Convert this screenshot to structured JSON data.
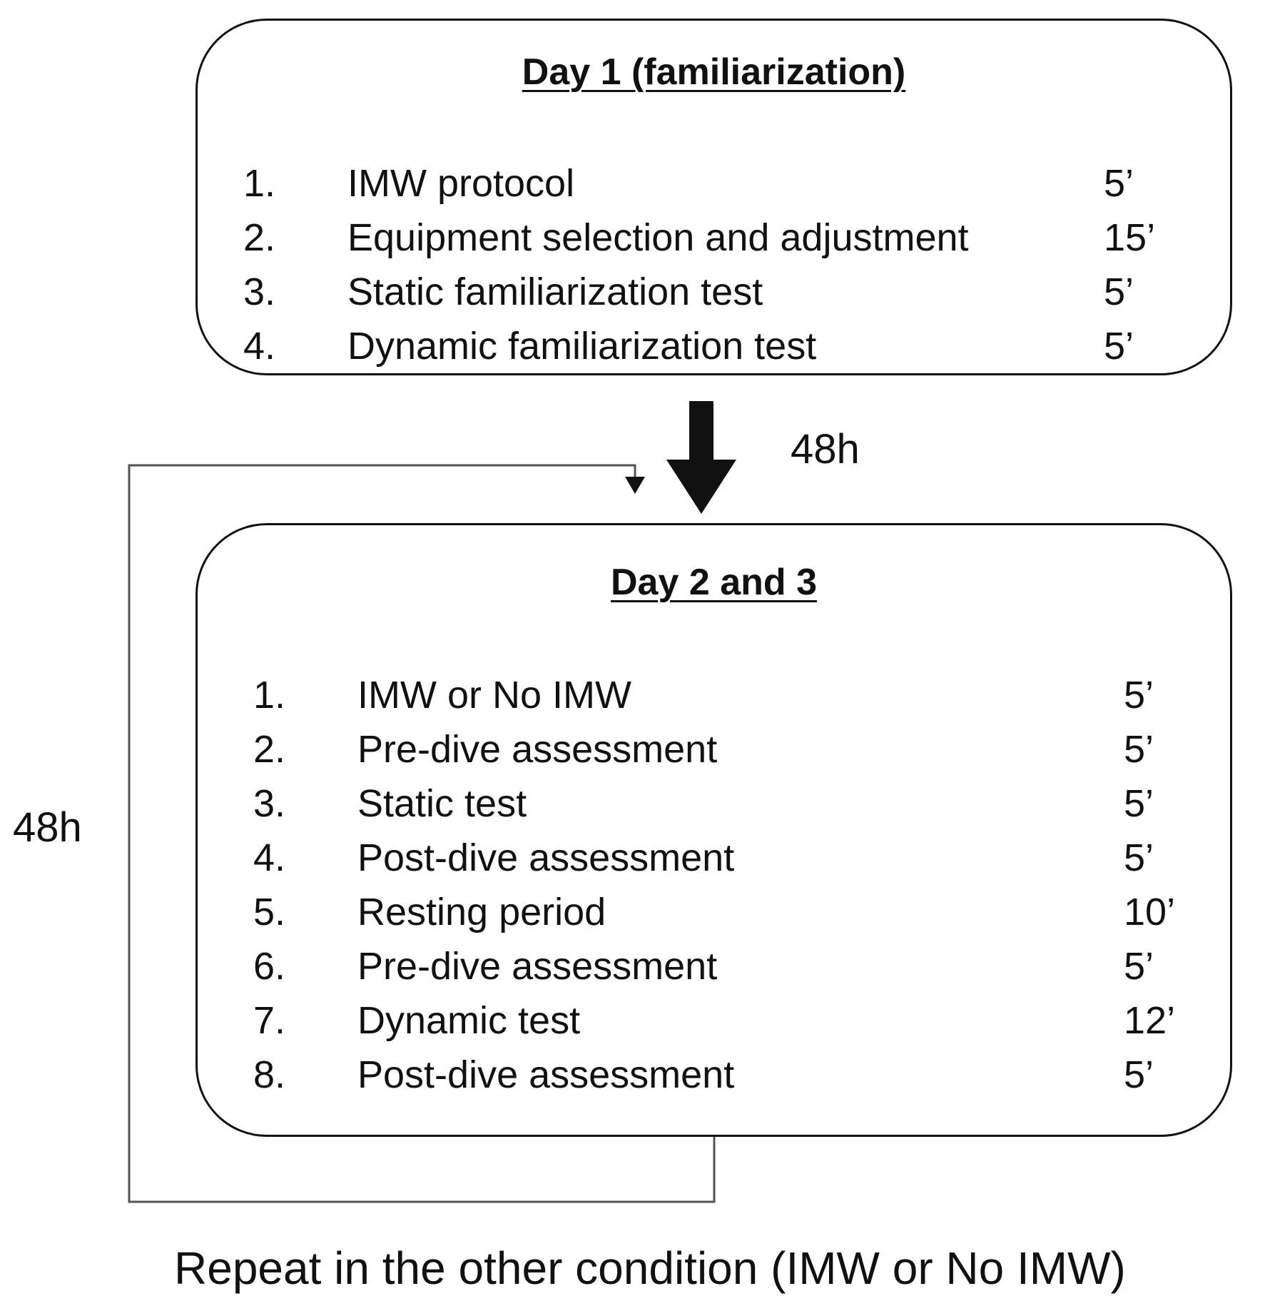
{
  "day1": {
    "title": "Day 1 (familiarization)",
    "steps": [
      {
        "num": "1.",
        "label": "IMW protocol",
        "time": "5’"
      },
      {
        "num": "2.",
        "label": "Equipment selection and adjustment",
        "time": "15’"
      },
      {
        "num": "3.",
        "label": "Static familiarization test",
        "time": "5’"
      },
      {
        "num": "4.",
        "label": "Dynamic familiarization test",
        "time": "5’"
      }
    ]
  },
  "transition": {
    "interval_label": "48h"
  },
  "day2_3": {
    "title": "Day 2 and 3",
    "steps": [
      {
        "num": "1.",
        "label": "IMW or No IMW",
        "time": "5’"
      },
      {
        "num": "2.",
        "label": "Pre-dive assessment",
        "time": "5’"
      },
      {
        "num": "3.",
        "label": "Static test",
        "time": "5’"
      },
      {
        "num": "4.",
        "label": "Post-dive assessment",
        "time": "5’"
      },
      {
        "num": "5.",
        "label": "Resting period",
        "time": "10’"
      },
      {
        "num": "6.",
        "label": "Pre-dive assessment",
        "time": "5’"
      },
      {
        "num": "7.",
        "label": "Dynamic test",
        "time": "12’"
      },
      {
        "num": "8.",
        "label": "Post-dive assessment",
        "time": "5’"
      }
    ]
  },
  "loop": {
    "interval_label": "48h",
    "caption": "Repeat in the other condition (IMW or No IMW)"
  },
  "colors": {
    "stroke": "#111111",
    "loop_line": "#555555",
    "background": "#ffffff"
  }
}
